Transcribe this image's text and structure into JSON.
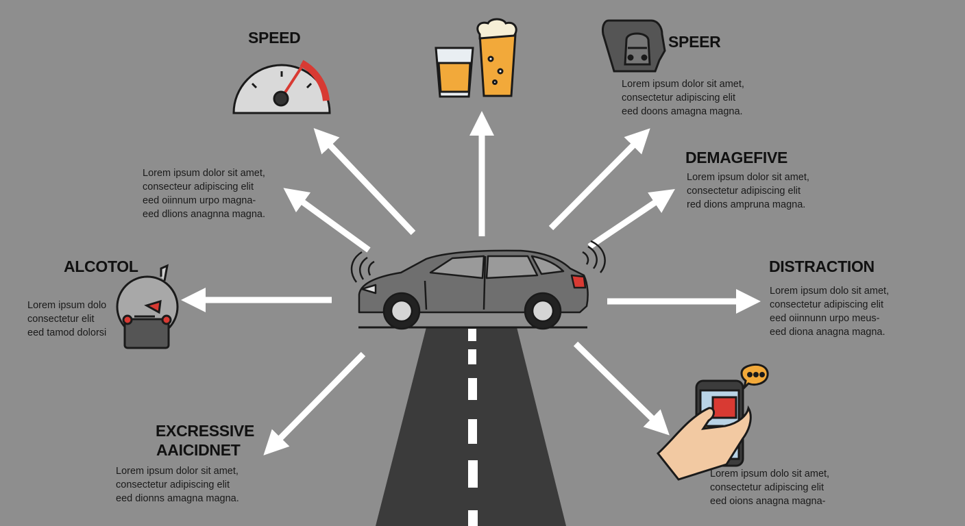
{
  "speed": {
    "title": "SPEED"
  },
  "speer": {
    "title": "SPEER",
    "lines": [
      "Lorem ipsum dolor sit amet,",
      "consectetur adipiscing elit",
      "eed doons amagna magna."
    ]
  },
  "demagefive": {
    "title": "DEMAGEFIVE",
    "lines": [
      "Lorem ipsum dolor sit amet,",
      "consectetur adipiscing elit",
      "red dions ampruna magna."
    ]
  },
  "left_upper_text": {
    "lines": [
      "Lorem ipsum dolor sit amet,",
      "consecteur adipiscing elit",
      "eed oiinnum urpo magna-",
      "eed dlions anagnna magna."
    ]
  },
  "alcotol": {
    "title": "ALCOTOL",
    "lines": [
      "Lorem ipsum dolo",
      "consectetur elit",
      "eed tamod dolorsi"
    ]
  },
  "distraction": {
    "title": "DISTRACTION",
    "lines": [
      "Lorem ipsum dolo sit amet,",
      "consectetur adipiscing elit",
      "eed oiinnunn urpo meus-",
      "eed diona anagna magna."
    ]
  },
  "excressive": {
    "title_line1": "EXCRESSIVE",
    "title_line2": "AAICIDNET",
    "lines": [
      "Lorem ipsum dolor sit amet,",
      "consectetur adipiscing elit",
      "eed dionns amagna magna."
    ]
  },
  "phone_text": {
    "lines": [
      "Lorem ipsum dolo sit amet,",
      "consectetur adipiscing elit",
      "eed oions anagna magna-"
    ]
  },
  "icons": {
    "speedometer": "speedometer-icon",
    "drinks": "drink-glasses-icon",
    "speer": "speech-bubble-vehicle-icon",
    "alcotol": "breathalyzer-icon",
    "phone": "phone-in-hand-icon",
    "car": "car-icon",
    "road": "road-icon"
  },
  "colors": {
    "background": "#8e8e8e",
    "road": "#3b3b3b",
    "arrow": "#ffffff",
    "accent_red": "#d83a33",
    "beer": "#f2a93a"
  }
}
